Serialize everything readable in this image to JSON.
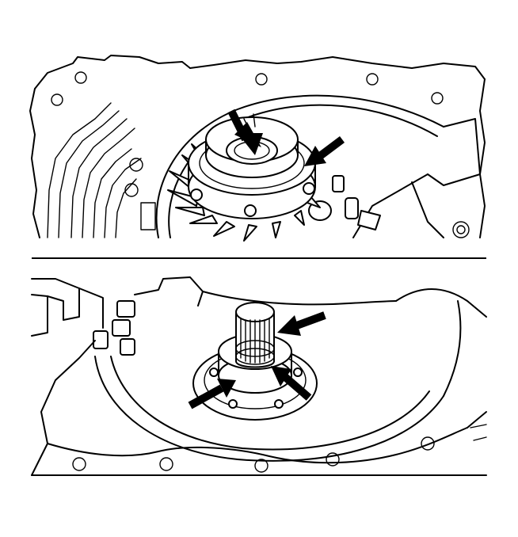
{
  "figure": {
    "panels": [
      {
        "name": "upper-panel",
        "subject": "seal-and-spring-ring-assembly",
        "arrow_count": 2
      },
      {
        "name": "lower-panel",
        "subject": "input-shaft-and-seal-rings",
        "arrow_count": 3
      }
    ],
    "colors": {
      "line": "#000000",
      "background": "#ffffff",
      "arrow": "#000000"
    }
  }
}
